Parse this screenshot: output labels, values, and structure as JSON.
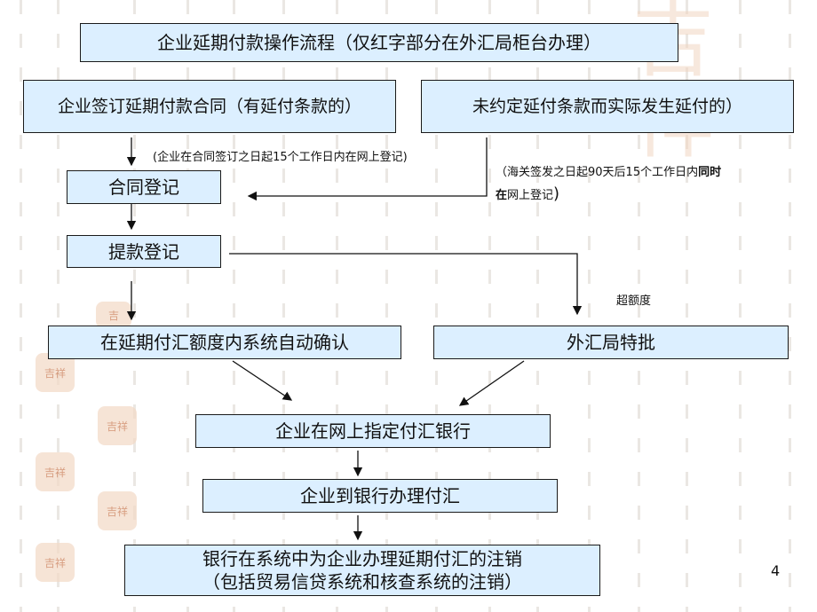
{
  "title": "企业延期付款操作流程（仅红字部分在外汇局柜台办理）",
  "box_contract_signed": "企业签订延期付款合同（有延付条款的）",
  "box_no_clause": "未约定延付条款而实际发生延付的）",
  "box_contract_register": "合同登记",
  "box_withdraw_register": "提款登记",
  "box_auto_confirm": "在延期付汇额度内系统自动确认",
  "box_safe_approval": "外汇局特批",
  "box_designate_bank": "企业在网上指定付汇银行",
  "box_go_bank": "企业到银行办理付汇",
  "box_cancel_line1": "银行在系统中为企业办理延期付汇的注销",
  "box_cancel_line2": "（包括贸易信贷系统和核查系统的注销）",
  "note_left": "(企业在合同签订之日起15个工作日内在网上登记)",
  "note_right_1a": "（海关签发之日起90天后15个工作日内",
  "note_right_1b": "同时",
  "note_right_2a": "在",
  "note_right_2b": "网上登记",
  "note_right_2c": ")",
  "note_over_limit": "超额度",
  "page_number": "4",
  "colors": {
    "box_fill": "#dcefff",
    "border": "#1a1a1a",
    "watermark": "#f2d6c2"
  }
}
